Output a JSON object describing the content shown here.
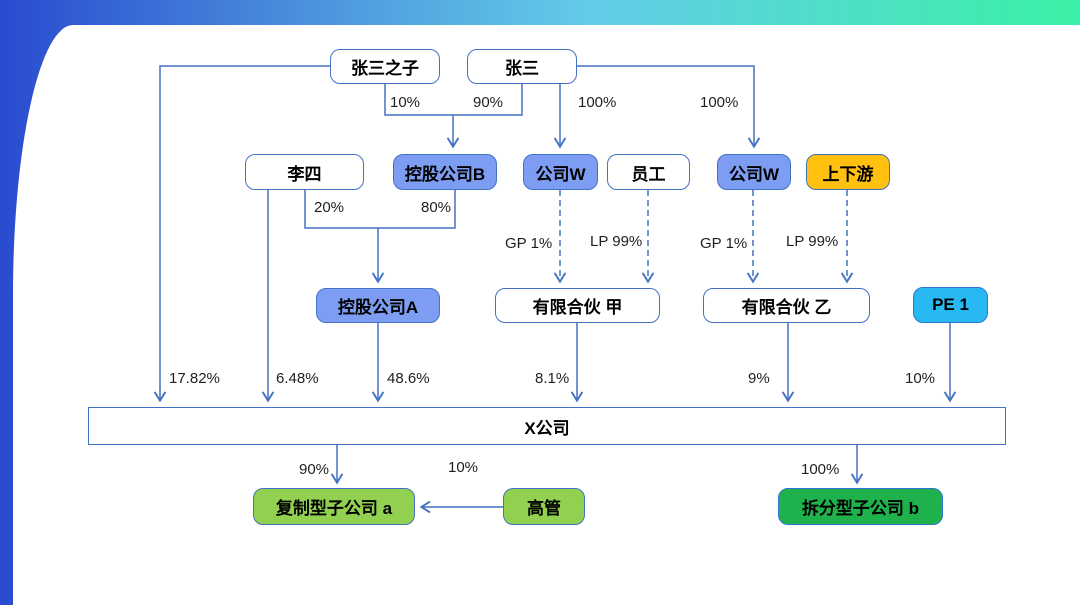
{
  "diagram": {
    "nodes": {
      "zhang_san_son": "张三之子",
      "zhang_san": "张三",
      "li_si": "李四",
      "holding_b": "控股公司B",
      "company_w1": "公司W",
      "employee": "员工",
      "company_w2": "公司W",
      "up_downstream": "上下游",
      "holding_a": "控股公司A",
      "partnership_jia": "有限合伙 甲",
      "partnership_yi": "有限合伙 乙",
      "pe_1": "PE 1",
      "x_company": "X公司",
      "sub_a": "复制型子公司 a",
      "executives": "高管",
      "sub_b": "拆分型子公司 b"
    },
    "edge_labels": {
      "pct_10_top": "10%",
      "pct_90_top": "90%",
      "pct_100_w1": "100%",
      "pct_100_w2": "100%",
      "pct_20": "20%",
      "pct_80": "80%",
      "gp1_jia": "GP 1%",
      "lp99_jia": "LP 99%",
      "gp1_yi": "GP 1%",
      "lp99_yi": "LP 99%",
      "pct_1782": "17.82%",
      "pct_648": "6.48%",
      "pct_486": "48.6%",
      "pct_81": "8.1%",
      "pct_9": "9%",
      "pct_10_pe": "10%",
      "pct_90_a": "90%",
      "pct_10_mgmt": "10%",
      "pct_100_b": "100%"
    },
    "colors": {
      "line_blue": "#4472C4",
      "node_periwinkle": "#7D9DF2",
      "node_orange": "#FFC010",
      "node_cyan": "#29B9F2",
      "node_light_green": "#92D050",
      "node_dark_green": "#1FB14C",
      "header_gradient_left": "#2A4BD0",
      "header_gradient_mid": "#63CDE9",
      "header_gradient_right": "#3AF0A5"
    }
  }
}
